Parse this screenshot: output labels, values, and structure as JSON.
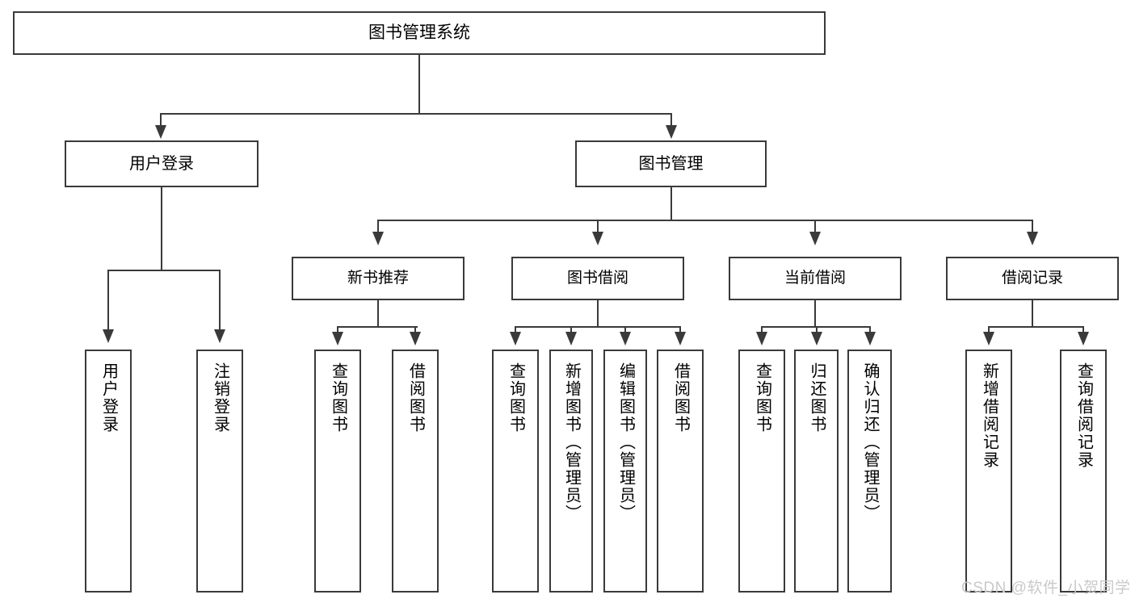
{
  "diagram": {
    "title": "图书管理系统",
    "type": "functional-structure-tree",
    "root": {
      "label": "图书管理系统"
    },
    "level2": [
      {
        "label": "用户登录"
      },
      {
        "label": "图书管理"
      }
    ],
    "level3": [
      {
        "label": "新书推荐"
      },
      {
        "label": "图书借阅"
      },
      {
        "label": "当前借阅"
      },
      {
        "label": "借阅记录"
      }
    ],
    "leaves": {
      "user_login": [
        {
          "label": "用户登录"
        },
        {
          "label": "注销登录"
        }
      ],
      "new_book_recommend": [
        {
          "label": "查询图书"
        },
        {
          "label": "借阅图书"
        }
      ],
      "book_borrow": [
        {
          "label": "查询图书"
        },
        {
          "label": "新增图书（管理员）"
        },
        {
          "label": "编辑图书（管理员）"
        },
        {
          "label": "借阅图书"
        }
      ],
      "current_borrow": [
        {
          "label": "查询图书"
        },
        {
          "label": "归还图书"
        },
        {
          "label": "确认归还（管理员）"
        }
      ],
      "borrow_record": [
        {
          "label": "新增借阅记录"
        },
        {
          "label": "查询借阅记录"
        }
      ]
    }
  },
  "watermark": {
    "text": "CSDN @软件_小贺同学"
  },
  "colors": {
    "stroke": "#3a3a3a",
    "fill": "#ffffff",
    "text": "#000000",
    "watermark": "#c9c9c9"
  }
}
